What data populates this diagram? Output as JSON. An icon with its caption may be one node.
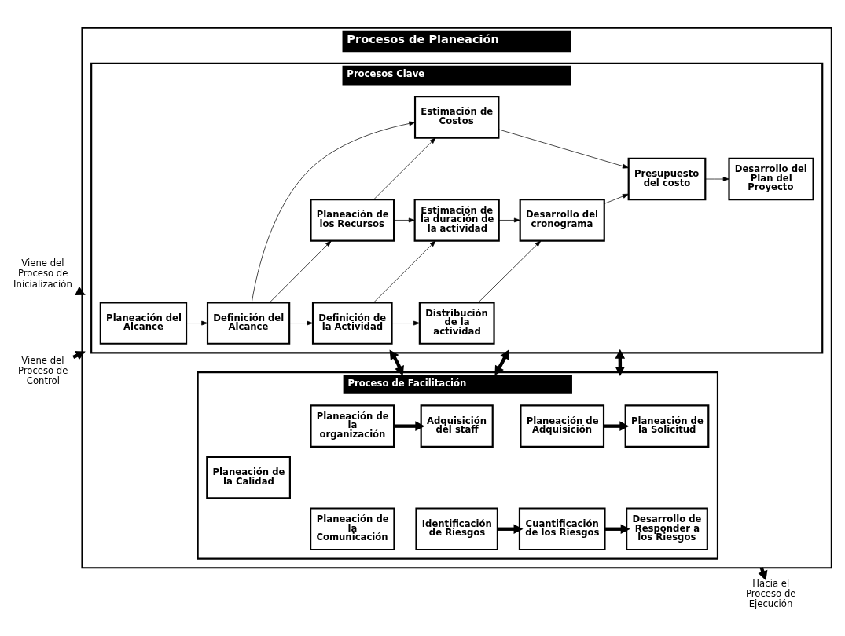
{
  "diagram": {
    "nodes": [
      {
        "text": [
          "Procesos de Planeación"
        ]
      },
      {
        "text": [
          "Procesos Clave"
        ],
        "in": 0
      },
      {
        "text": [
          "Planeación del Alcance"
        ],
        "in": 1
      },
      {
        "text": [
          "Definición del Alcance"
        ],
        "in": 1
      },
      {
        "text": [
          "Definición de la Actividad"
        ],
        "in": 1
      },
      {
        "text": [
          "Planeación de los Recursos"
        ],
        "in": 1
      },
      {
        "text": [
          "Distribución de la actividad"
        ],
        "in": 1
      },
      {
        "text": [
          "Estimación de la duración de la actividad"
        ],
        "in": 1
      },
      {
        "text": [
          "Estimación de Costos"
        ],
        "in": 1
      },
      {
        "text": [
          "Desarrollo del cronograma"
        ],
        "in": 1
      },
      {
        "text": [
          "Presupuesto del costo"
        ],
        "in": 1
      },
      {
        "text": [
          "Desarrollo del Plan del Proyecto"
        ],
        "in": 1
      },
      {
        "text": [
          "Proceso de Facilitación"
        ],
        "in": 0
      },
      {
        "text": [
          "Planeación de la Calidad"
        ],
        "in": 12
      },
      {
        "text": [
          "Planeación de la Comunicación"
        ],
        "in": 12
      },
      {
        "text": [
          "Identificación de Riesgos"
        ],
        "in": 12
      },
      {
        "text": [
          "Cuantificación de los Riesgos"
        ],
        "in": 12
      },
      {
        "text": [
          "Desarrollo de Responder a los Riesgos"
        ],
        "in": 12
      },
      {
        "text": [
          "Planeación de la organización"
        ],
        "in": 12
      },
      {
        "text": [
          "Adquisición del staff"
        ],
        "in": 12
      },
      {
        "text": [
          "Planeación de Adquisición"
        ],
        "in": 12
      },
      {
        "text": [
          "Planeación de la Solicitud"
        ],
        "in": 12
      },
      {
        "text": [
          "Viene del Proceso de Inicialización"
        ]
      },
      {
        "text": [
          "Viene del Proceso de Control"
        ]
      },
      {
        "text": [
          "Hacia el Proceso de Ejecución"
        ]
      }
    ],
    "edges": [
      {
        "from": 2,
        "to": 3,
        "arrow": "to"
      },
      {
        "from": 3,
        "to": 4,
        "arrow": "to"
      },
      {
        "from": 3,
        "to": 5,
        "arrow": "to"
      },
      {
        "from": 3,
        "to": 8,
        "arrow": "to"
      },
      {
        "from": 4,
        "to": 6,
        "arrow": "to"
      },
      {
        "from": 4,
        "to": 7,
        "arrow": "to"
      },
      {
        "from": 5,
        "to": 7,
        "arrow": "to"
      },
      {
        "from": 5,
        "to": 8,
        "arrow": "to"
      },
      {
        "from": 6,
        "to": 9,
        "arrow": "to"
      },
      {
        "from": 7,
        "to": 9,
        "arrow": "to"
      },
      {
        "from": 8,
        "to": 10,
        "arrow": "to"
      },
      {
        "from": 9,
        "to": 10,
        "arrow": "to"
      },
      {
        "from": 10,
        "to": 11,
        "arrow": "to"
      },
      {
        "from": 1,
        "to": 12,
        "arrow": "both",
        "style": "thick"
      },
      {
        "from": 1,
        "to": 12,
        "arrow": "both",
        "style": "thick"
      },
      {
        "from": 1,
        "to": 12,
        "arrow": "both",
        "style": "thick"
      },
      {
        "from": 15,
        "to": 16,
        "arrow": "to",
        "style": "thick"
      },
      {
        "from": 16,
        "to": 17,
        "arrow": "to",
        "style": "thick"
      },
      {
        "from": 18,
        "to": 19,
        "arrow": "to",
        "style": "thick"
      },
      {
        "from": 20,
        "to": 21,
        "arrow": "to",
        "style": "thick"
      },
      {
        "from": 22,
        "to": 0,
        "arrow": "to",
        "style": "thick"
      },
      {
        "from": 23,
        "to": 0,
        "arrow": "to",
        "style": "thick"
      },
      {
        "from": 0,
        "to": 24,
        "arrow": "to",
        "style": "thick"
      }
    ]
  }
}
